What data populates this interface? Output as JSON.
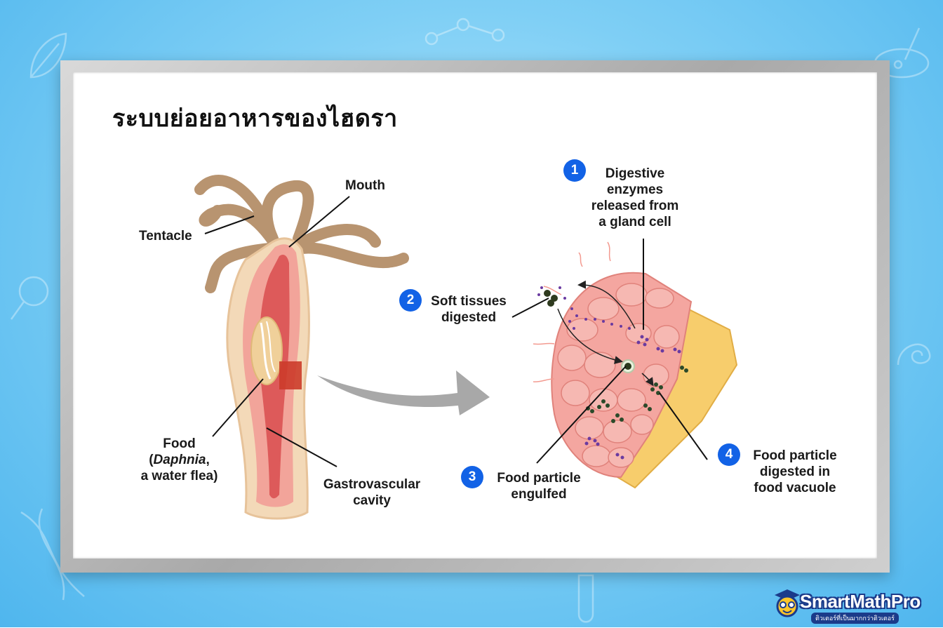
{
  "title": "ระบบย่อยอาหารของไฮดรา",
  "labels": {
    "tentacle": "Tentacle",
    "mouth": "Mouth",
    "food_line1": "Food",
    "food_daphnia": "Daphnia",
    "food_comma": ",",
    "food_line3": "a water flea)",
    "food_paren": "(",
    "gastro_line1": "Gastrovascular",
    "gastro_line2": "cavity"
  },
  "steps": [
    {
      "number": "1",
      "lines": [
        "Digestive",
        "enzymes",
        "released from",
        "a gland cell"
      ]
    },
    {
      "number": "2",
      "lines": [
        "Soft tissues",
        "digested"
      ]
    },
    {
      "number": "3",
      "lines": [
        "Food particle",
        "engulfed"
      ]
    },
    {
      "number": "4",
      "lines": [
        "Food particle",
        "digested in",
        "food vacuole"
      ]
    }
  ],
  "logo": {
    "name": "SmartMathPro",
    "tagline": "ติวเตอร์ที่เป็นมากกว่าติวเตอร์"
  },
  "colors": {
    "background": "#7fcff5",
    "badge": "#1262e6",
    "hydra_outer": "#f3d9b8",
    "hydra_body": "#f2a49a",
    "hydra_cavity": "#dd5a5a",
    "tentacle": "#b89470",
    "cell_pink": "#f4a6a0",
    "cell_yellow": "#f7cd6c",
    "enzyme_dots": "#6a3aa0",
    "arrow_gray": "#a8a8a8"
  }
}
